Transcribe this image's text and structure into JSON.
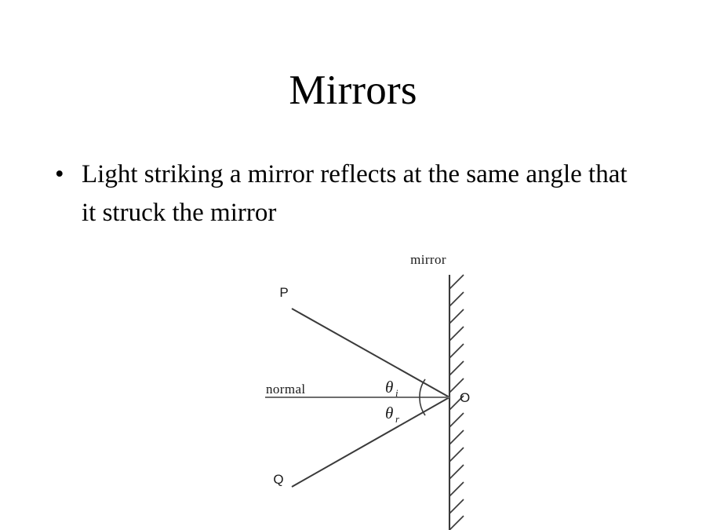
{
  "slide": {
    "title": "Mirrors",
    "background_color": "#ffffff",
    "text_color": "#000000",
    "bullets": [
      {
        "marker": "•",
        "text": "Light striking a mirror reflects at the same angle that it struck the mirror"
      }
    ]
  },
  "figure": {
    "name": "reflection-diagram",
    "line_color": "#333333",
    "labels": {
      "mirror": "mirror",
      "normal": "normal",
      "point_p": "P",
      "point_q": "Q",
      "point_o": "O",
      "theta_incident": "θ",
      "theta_incident_sub": "i",
      "theta_reflected": "θ",
      "theta_reflected_sub": "r"
    }
  }
}
